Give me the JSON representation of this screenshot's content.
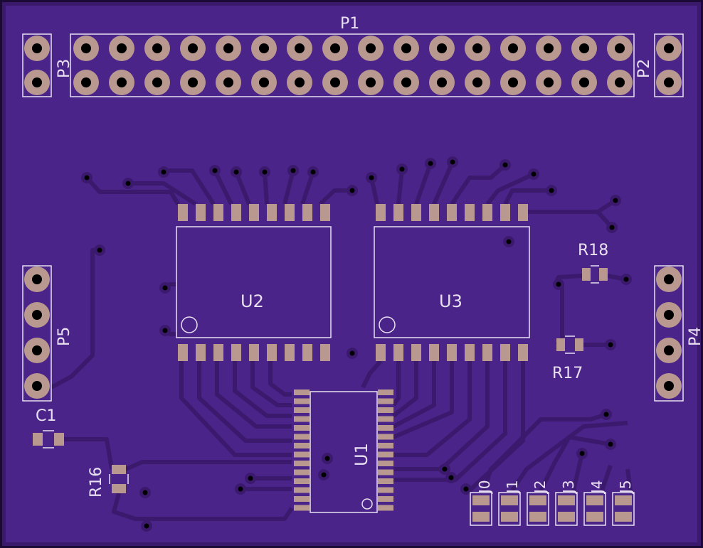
{
  "labels": {
    "p1": "P1",
    "p2": "P2",
    "p3": "P3",
    "p4": "P4",
    "p5": "P5",
    "u1": "U1",
    "u2": "U2",
    "u3": "U3",
    "r16": "R16",
    "r17": "R17",
    "r18": "R18",
    "c1": "C1",
    "jumpers": [
      "J0",
      "J1",
      "J2",
      "J3",
      "J4",
      "J5"
    ]
  },
  "colors": {
    "board": "#3b1a6e",
    "copper": "#4a2488",
    "pad": "#b9998f",
    "silkscreen": "#e8e0f0",
    "outline": "#1b0a36"
  },
  "headers": {
    "p1_columns": 16,
    "p1_rows": 2,
    "p2_pins": 2,
    "p3_pins": 2,
    "p4_pins": 4,
    "p5_pins": 4
  },
  "ics": {
    "u2_pins_per_side": 9,
    "u3_pins_per_side": 9,
    "u1_pins_per_side": 14
  }
}
